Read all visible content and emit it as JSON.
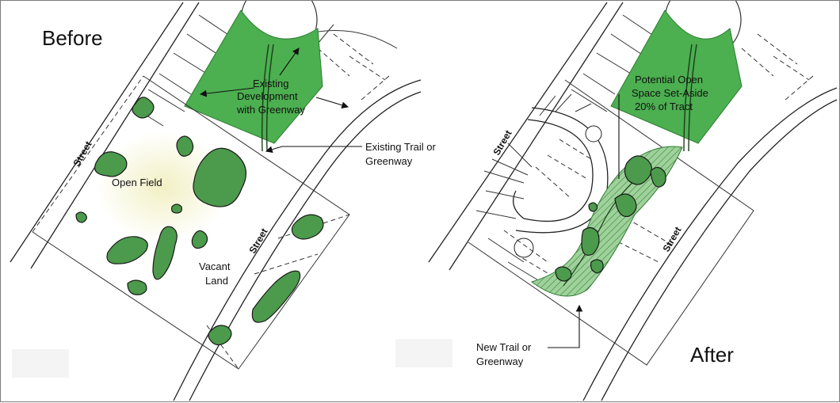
{
  "panels": {
    "before": {
      "title": "Before",
      "labels": {
        "open_field": "Open Field",
        "vacant_land_1": "Vacant",
        "vacant_land_2": "Land",
        "existing_dev_1": "Existing",
        "existing_dev_2": "Development",
        "existing_dev_3": "with Greenway",
        "existing_trail_1": "Existing Trail or",
        "existing_trail_2": "Greenway",
        "street_a": "Street",
        "street_b": "Street"
      }
    },
    "after": {
      "title": "After",
      "labels": {
        "open_space_1": "Potential Open",
        "open_space_2": "Space Set-Aside",
        "open_space_3": "20% of Tract",
        "new_trail_1": "New Trail or",
        "new_trail_2": "Greenway",
        "street_a": "Street",
        "street_b": "Street"
      }
    }
  },
  "colors": {
    "greenway": "#4caf50",
    "tree": "#4c9a4c",
    "open_field_glow": "#f3f1c6",
    "lines": "#333333"
  }
}
